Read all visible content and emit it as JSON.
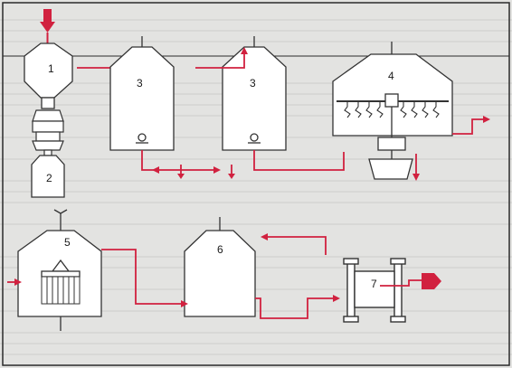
{
  "diagram": {
    "labels": {
      "unit_1": "1",
      "unit_2": "2",
      "unit_3a": "3",
      "unit_3b": "3",
      "unit_4": "4",
      "unit_5": "5",
      "unit_6": "6",
      "unit_7": "7"
    },
    "colors": {
      "pipe": "#d1213f",
      "outline": "#333333",
      "vessel_fill": "#ffffff",
      "background": "#d9d9d7"
    }
  }
}
